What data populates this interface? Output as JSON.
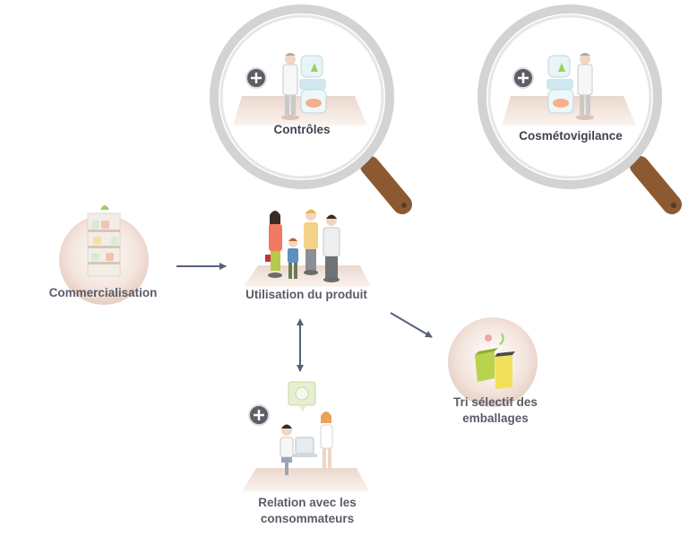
{
  "colors": {
    "label": "#595d68",
    "arrow": "#56607a",
    "lens_ring": "#cfcfcf",
    "handle": "#8b5a33",
    "platform": "#e8d4c9",
    "plus_button": "#5b5f67"
  },
  "nodes": {
    "controles": {
      "label": "Contrôles",
      "has_plus": true
    },
    "cosmetovigilance": {
      "label": "Cosmétovigilance",
      "has_plus": true
    },
    "commercialisation": {
      "label": "Commercialisation"
    },
    "utilisation": {
      "label": "Utilisation du produit"
    },
    "tri": {
      "label_line1": "Tri sélectif des",
      "label_line2": "emballages"
    },
    "relation": {
      "label_line1": "Relation avec les",
      "label_line2": "consommateurs",
      "has_plus": true
    }
  },
  "icons": {
    "plus": "plus-icon",
    "magnifier": "magnifier-icon",
    "scientist": "scientist-icon",
    "jar": "jar-icon",
    "shelf": "shelf-icon",
    "family": "family-icon",
    "bins": "recycling-bins-icon",
    "advisor": "advisor-icon"
  },
  "edges": [
    {
      "from": "commercialisation",
      "to": "utilisation",
      "type": "one-way"
    },
    {
      "from": "utilisation",
      "to": "tri",
      "type": "one-way"
    },
    {
      "from": "utilisation",
      "to": "relation",
      "type": "two-way"
    }
  ]
}
